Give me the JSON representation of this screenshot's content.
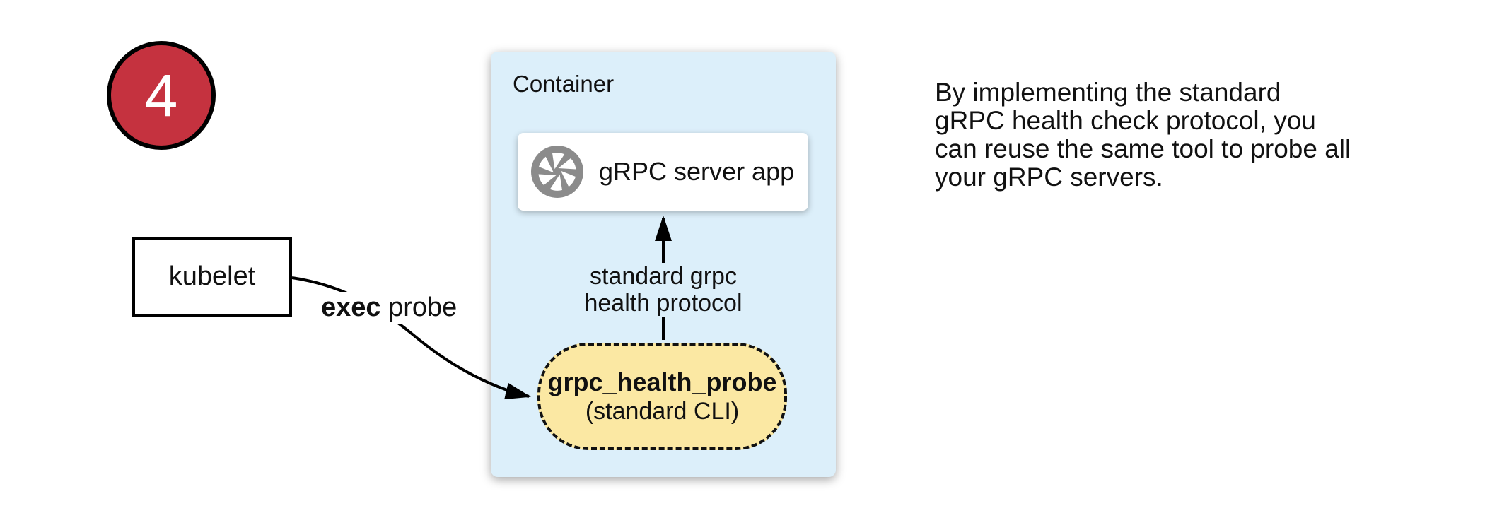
{
  "colors": {
    "badge_fill": "#C5323F",
    "container_fill": "#DCEFFA",
    "probe_pill_fill": "#FBE8A3",
    "icon_gray": "#8B8B8B",
    "line_black": "#000000"
  },
  "badge": {
    "number": "4"
  },
  "kubelet_box": {
    "label": "kubelet"
  },
  "exec_probe_label": {
    "bold_part": "exec",
    "regular_part": " probe"
  },
  "container": {
    "title": "Container"
  },
  "grpc_server_box": {
    "label": "gRPC server app",
    "icon": "aperture-icon"
  },
  "protocol_label": {
    "lines": [
      "standard grpc",
      "health protocol"
    ]
  },
  "probe_pill": {
    "title": "grpc_health_probe",
    "subtitle": "(standard CLI)"
  },
  "note": {
    "lines": [
      "By implementing the standard",
      "gRPC health check protocol, you",
      "can reuse the same tool to probe all",
      "your gRPC servers."
    ]
  }
}
